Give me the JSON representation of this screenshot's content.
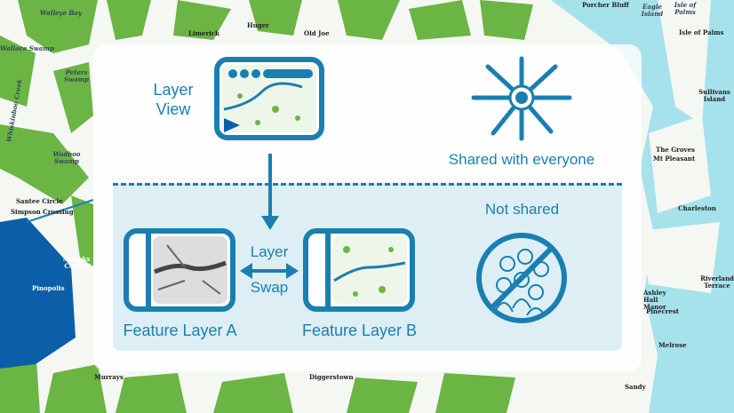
{
  "map_labels": [
    "Walleye Bay",
    "Wallace Swamp",
    "Peters Swamp",
    "Whiskinboo Creek",
    "Wadboo Swamp",
    "Santee Circle",
    "Simpson Crossing",
    "Moncks Corner",
    "Pinopolis",
    "Murrays",
    "Diggerstown",
    "Limerick",
    "Huger",
    "Old Joe",
    "Porcher Bluff",
    "Eagle Island",
    "Isle of Palms",
    "Isle of Palms",
    "Sullivans Island",
    "The Groves",
    "Mt Pleasant",
    "Charleston",
    "Ashley Hall Manor",
    "Pinecrest",
    "Riverland Terrace",
    "Melrose",
    "Sandy"
  ],
  "diagram": {
    "layer_view_line1": "Layer",
    "layer_view_line2": "View",
    "shared_label": "Shared with everyone",
    "not_shared_label": "Not shared",
    "swap_line1": "Layer",
    "swap_line2": "Swap",
    "feature_a": "Feature Layer A",
    "feature_b": "Feature Layer B"
  },
  "colors": {
    "accent": "#1a7fb0",
    "vegetation": "#6ab544",
    "water": "#a6e2ec",
    "lake": "#0a5fa8"
  }
}
